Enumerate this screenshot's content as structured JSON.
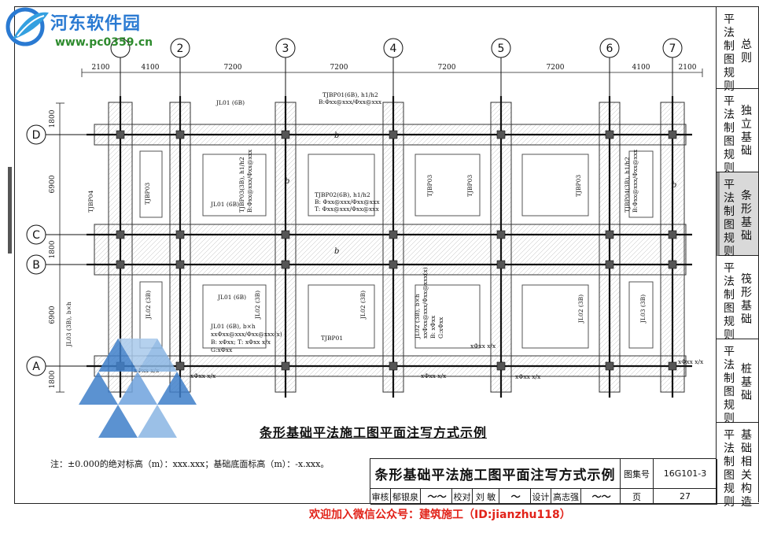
{
  "watermark": {
    "site_name": "河东软件园",
    "site_url": "www.pc0359.cn"
  },
  "grid": {
    "column_axes": [
      "2",
      "3",
      "4",
      "5",
      "6",
      "7"
    ],
    "row_axes": [
      "D",
      "C",
      "B",
      "A"
    ],
    "spans": [
      "2100",
      "4100",
      "7200",
      "7200",
      "7200",
      "7200",
      "4100",
      "2100"
    ],
    "row_spans": [
      "1800",
      "6900",
      "1800",
      "6900",
      "1800"
    ]
  },
  "annotations": {
    "tjb01_top": "TJBP01(6B), h1/h2",
    "tjb01_top_rebar": "B:Φxx@xxx/Φxx@xxx",
    "jl01_top": "JL01 (6B)",
    "tjb02": "TJBP02(6B), h1/h2",
    "tjb02_b": "B: Φxx@xxx/Φxx@xxx",
    "tjb02_t": "T: Φxx@xxx/Φxx@xxx",
    "jl01_mid": "JL01 (6B)",
    "jl01_lower": "JL01 (6B)",
    "jl01_detail": "JL01 (6B), b×h",
    "jl01_detail_2": "xxΦxx@xxx/Φxx@xxx(x)",
    "jl01_detail_3": "B: xΦxx; T: xΦxx x/x",
    "jl01_detail_4": "G:xΦxx",
    "tjb01_bottom": "TJBP01",
    "tjb03_left": "TJBP03",
    "tjb03_mid1": "TJBP03",
    "tjb03_mid2": "TJBP03",
    "tjb03_right": "TJBP03",
    "tjb04_left": "TJBP04",
    "tjb03_vertical": "TJBP03(3B), h1/h2",
    "tjb03_vertical_2": "B:Φxx@xxx/Φxx@xxx",
    "tjb04_vertical": "TJBP04(3B), h1/h2",
    "tjb04_vertical_2": "B:Φxx@xxx/Φxx@xxx",
    "jl02_a": "JL02 (3B)",
    "jl02_b": "JL02 (3B)",
    "jl02_c": "JL02 (3B), b×h",
    "jl02_c2": "xxΦxx@xxx/Φxx@xxx(x)",
    "jl02_c3": "B: xΦxx",
    "jl02_c4": "G:xΦxx",
    "jl02_d": "JL02 (3B)",
    "jl03_left": "JL03 (3B), b×h",
    "jl03_right": "JL03 (3B)",
    "rebar_small": "xΦxx x/x",
    "width_symbol": "b"
  },
  "caption": "条形基础平法施工图平面注写方式示例",
  "note": "注：±0.000的绝对标高（m）：xxx.xxx；基础底面标高（m）：-x.xxx。",
  "title_block": {
    "title": "条形基础平法施工图平面注写方式示例",
    "atlas_label": "图集号",
    "atlas_no": "16G101-3",
    "review_label": "审核",
    "reviewer": "郁银泉",
    "check_label": "校对",
    "checker": "刘  敏",
    "design_label": "设计",
    "designer": "高志强",
    "page_label": "页",
    "page_no": "27"
  },
  "sidebar": {
    "tabs": [
      {
        "col1": "平法制图规则",
        "col2": "总则",
        "active": false
      },
      {
        "col1": "平法制图规则",
        "col2": "独立基础",
        "active": false
      },
      {
        "col1": "平法制图规则",
        "col2": "条形基础",
        "active": true
      },
      {
        "col1": "平法制图规则",
        "col2": "筏形基础",
        "active": false
      },
      {
        "col1": "平法制图规则",
        "col2": "桩基础",
        "active": false
      },
      {
        "col1": "平法制图规则",
        "col2": "基础相关构造",
        "active": false
      }
    ]
  },
  "footer_banner": "欢迎加入微信公众号：建筑施工（ID:jianzhu118）",
  "colors": {
    "accent_blue": "#2a7ad2",
    "watermark_green": "#2e8b2e",
    "footer_red": "#e2231a",
    "active_tab": "#d9d9d9"
  }
}
